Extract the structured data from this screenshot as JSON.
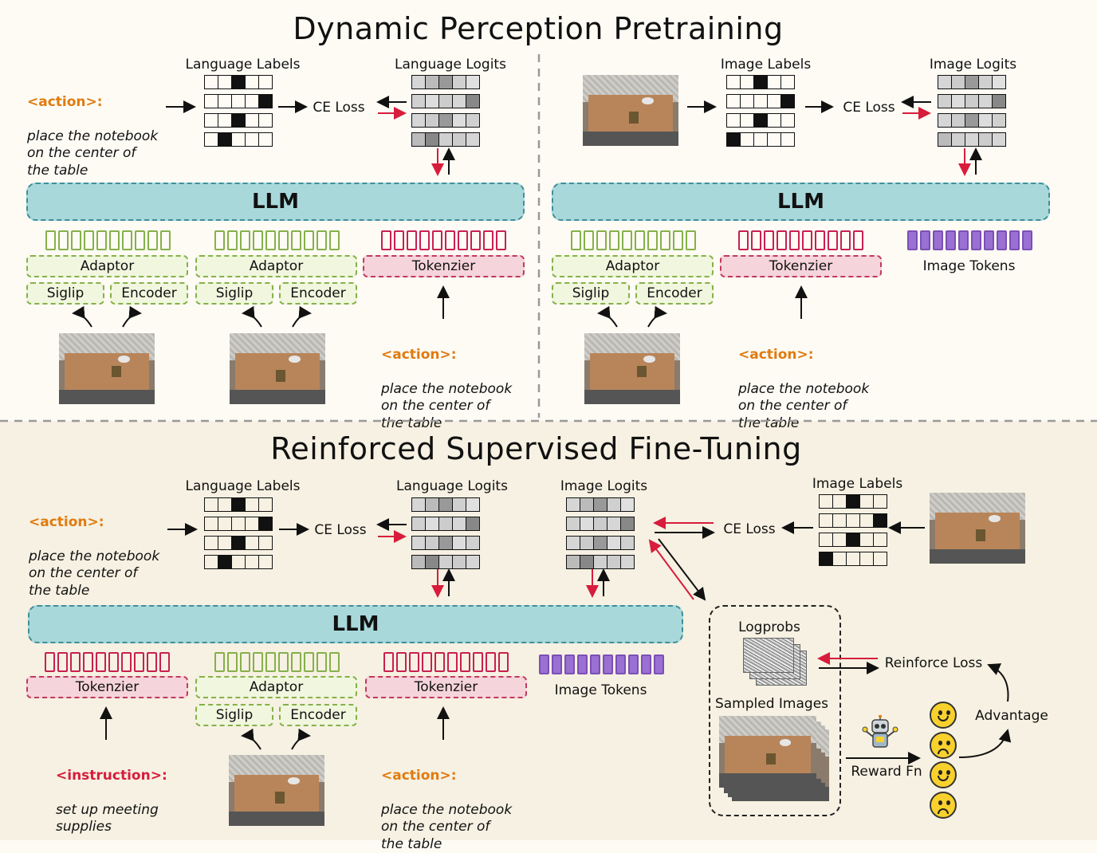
{
  "top": {
    "title": "Dynamic Perception Pretraining",
    "left": {
      "language_labels": "Language Labels",
      "language_logits": "Language Logits",
      "ce_loss": "CE Loss",
      "llm": "LLM",
      "adaptor": "Adaptor",
      "siglip": "Siglip",
      "encoder": "Encoder",
      "tokenizer": "Tokenzier",
      "action_tag": "<action>:",
      "action_text": "place the notebook\non the center of\nthe table",
      "bottom_action_tag": "<action>:",
      "bottom_action_text": "place the notebook\non the center of\nthe table"
    },
    "right": {
      "image_labels": "Image Labels",
      "image_logits": "Image Logits",
      "ce_loss": "CE Loss",
      "llm": "LLM",
      "adaptor": "Adaptor",
      "siglip": "Siglip",
      "encoder": "Encoder",
      "tokenizer": "Tokenzier",
      "image_tokens": "Image Tokens",
      "action_tag": "<action>:",
      "action_text": "place the notebook\non the center of\nthe table"
    }
  },
  "bottom": {
    "title": "Reinforced Supervised Fine-Tuning",
    "language_labels": "Language Labels",
    "language_logits": "Language Logits",
    "image_logits": "Image Logits",
    "image_labels": "Image Labels",
    "ce_loss_left": "CE Loss",
    "ce_loss_right": "CE Loss",
    "llm": "LLM",
    "tokenizer_left": "Tokenzier",
    "adaptor": "Adaptor",
    "siglip": "Siglip",
    "encoder": "Encoder",
    "tokenizer_right": "Tokenzier",
    "image_tokens": "Image Tokens",
    "action_tag": "<action>:",
    "action_text": "place the notebook\non the center of\nthe table",
    "instruction_tag": "<instruction>:",
    "instruction_text": "set up meeting\nsupplies",
    "bottom_action_tag": "<action>:",
    "bottom_action_text": "place the notebook\non the center of\nthe table",
    "logprobs": "Logprobs",
    "sampled_images": "Sampled Images",
    "reinforce_loss": "Reinforce Loss",
    "reward_fn": "Reward Fn",
    "advantage": "Advantage"
  },
  "colors": {
    "action_tag": "#e07b10",
    "instruction_tag": "#d81c3c",
    "llm_fill": "#a9d8db",
    "adaptor_border": "#86b04a",
    "tokenizer_fill": "#f6d4dc",
    "image_token_fill": "#9a70d2",
    "red_arrow": "#d81c3c"
  }
}
